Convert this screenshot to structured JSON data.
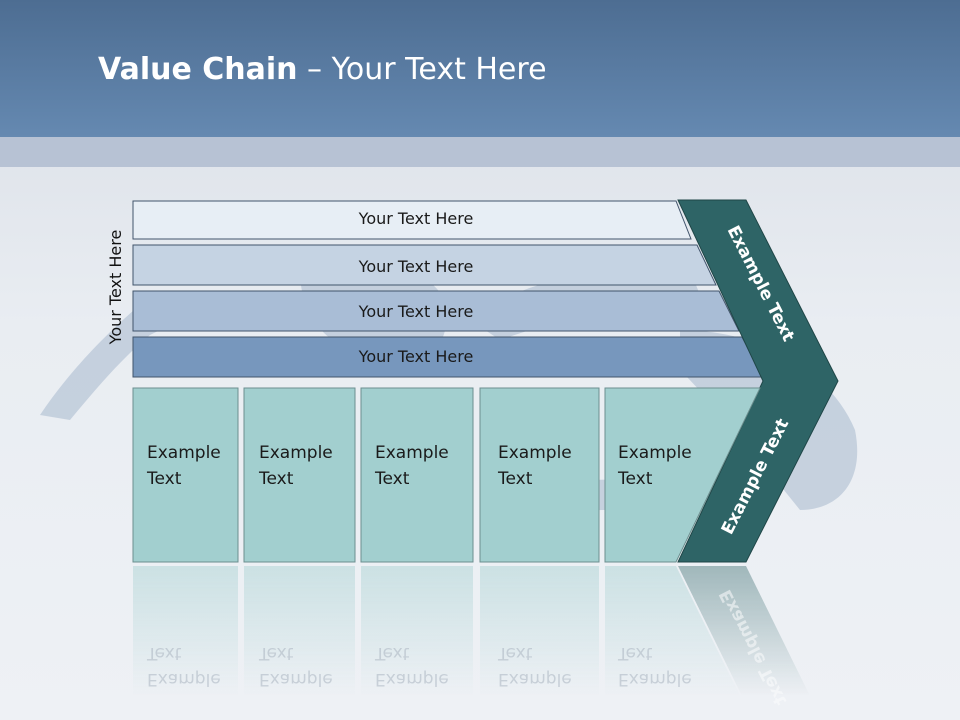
{
  "slide": {
    "title_bold": "Value Chain",
    "title_rest": " – Your Text Here",
    "side_label": "Your Text Here"
  },
  "support_rows": [
    {
      "label": "Your Text Here",
      "fill": "#e7eef5"
    },
    {
      "label": "Your Text Here",
      "fill": "#c5d3e3"
    },
    {
      "label": "Your Text Here",
      "fill": "#a9bdd6"
    },
    {
      "label": "Your Text Here",
      "fill": "#7797bd"
    }
  ],
  "primary_cells": [
    {
      "line1": "Example",
      "line2": "Text"
    },
    {
      "line1": "Example",
      "line2": "Text"
    },
    {
      "line1": "Example",
      "line2": "Text"
    },
    {
      "line1": "Example",
      "line2": "Text"
    },
    {
      "line1": "Example",
      "line2": "Text"
    }
  ],
  "chevron": {
    "upper_label": "Example Text",
    "lower_label": "Example Text",
    "fill": "#2e6466"
  },
  "colors": {
    "header": "#5a7ca4",
    "cell_fill": "#a2cfcf",
    "cell_border": "#6c8f8f"
  }
}
